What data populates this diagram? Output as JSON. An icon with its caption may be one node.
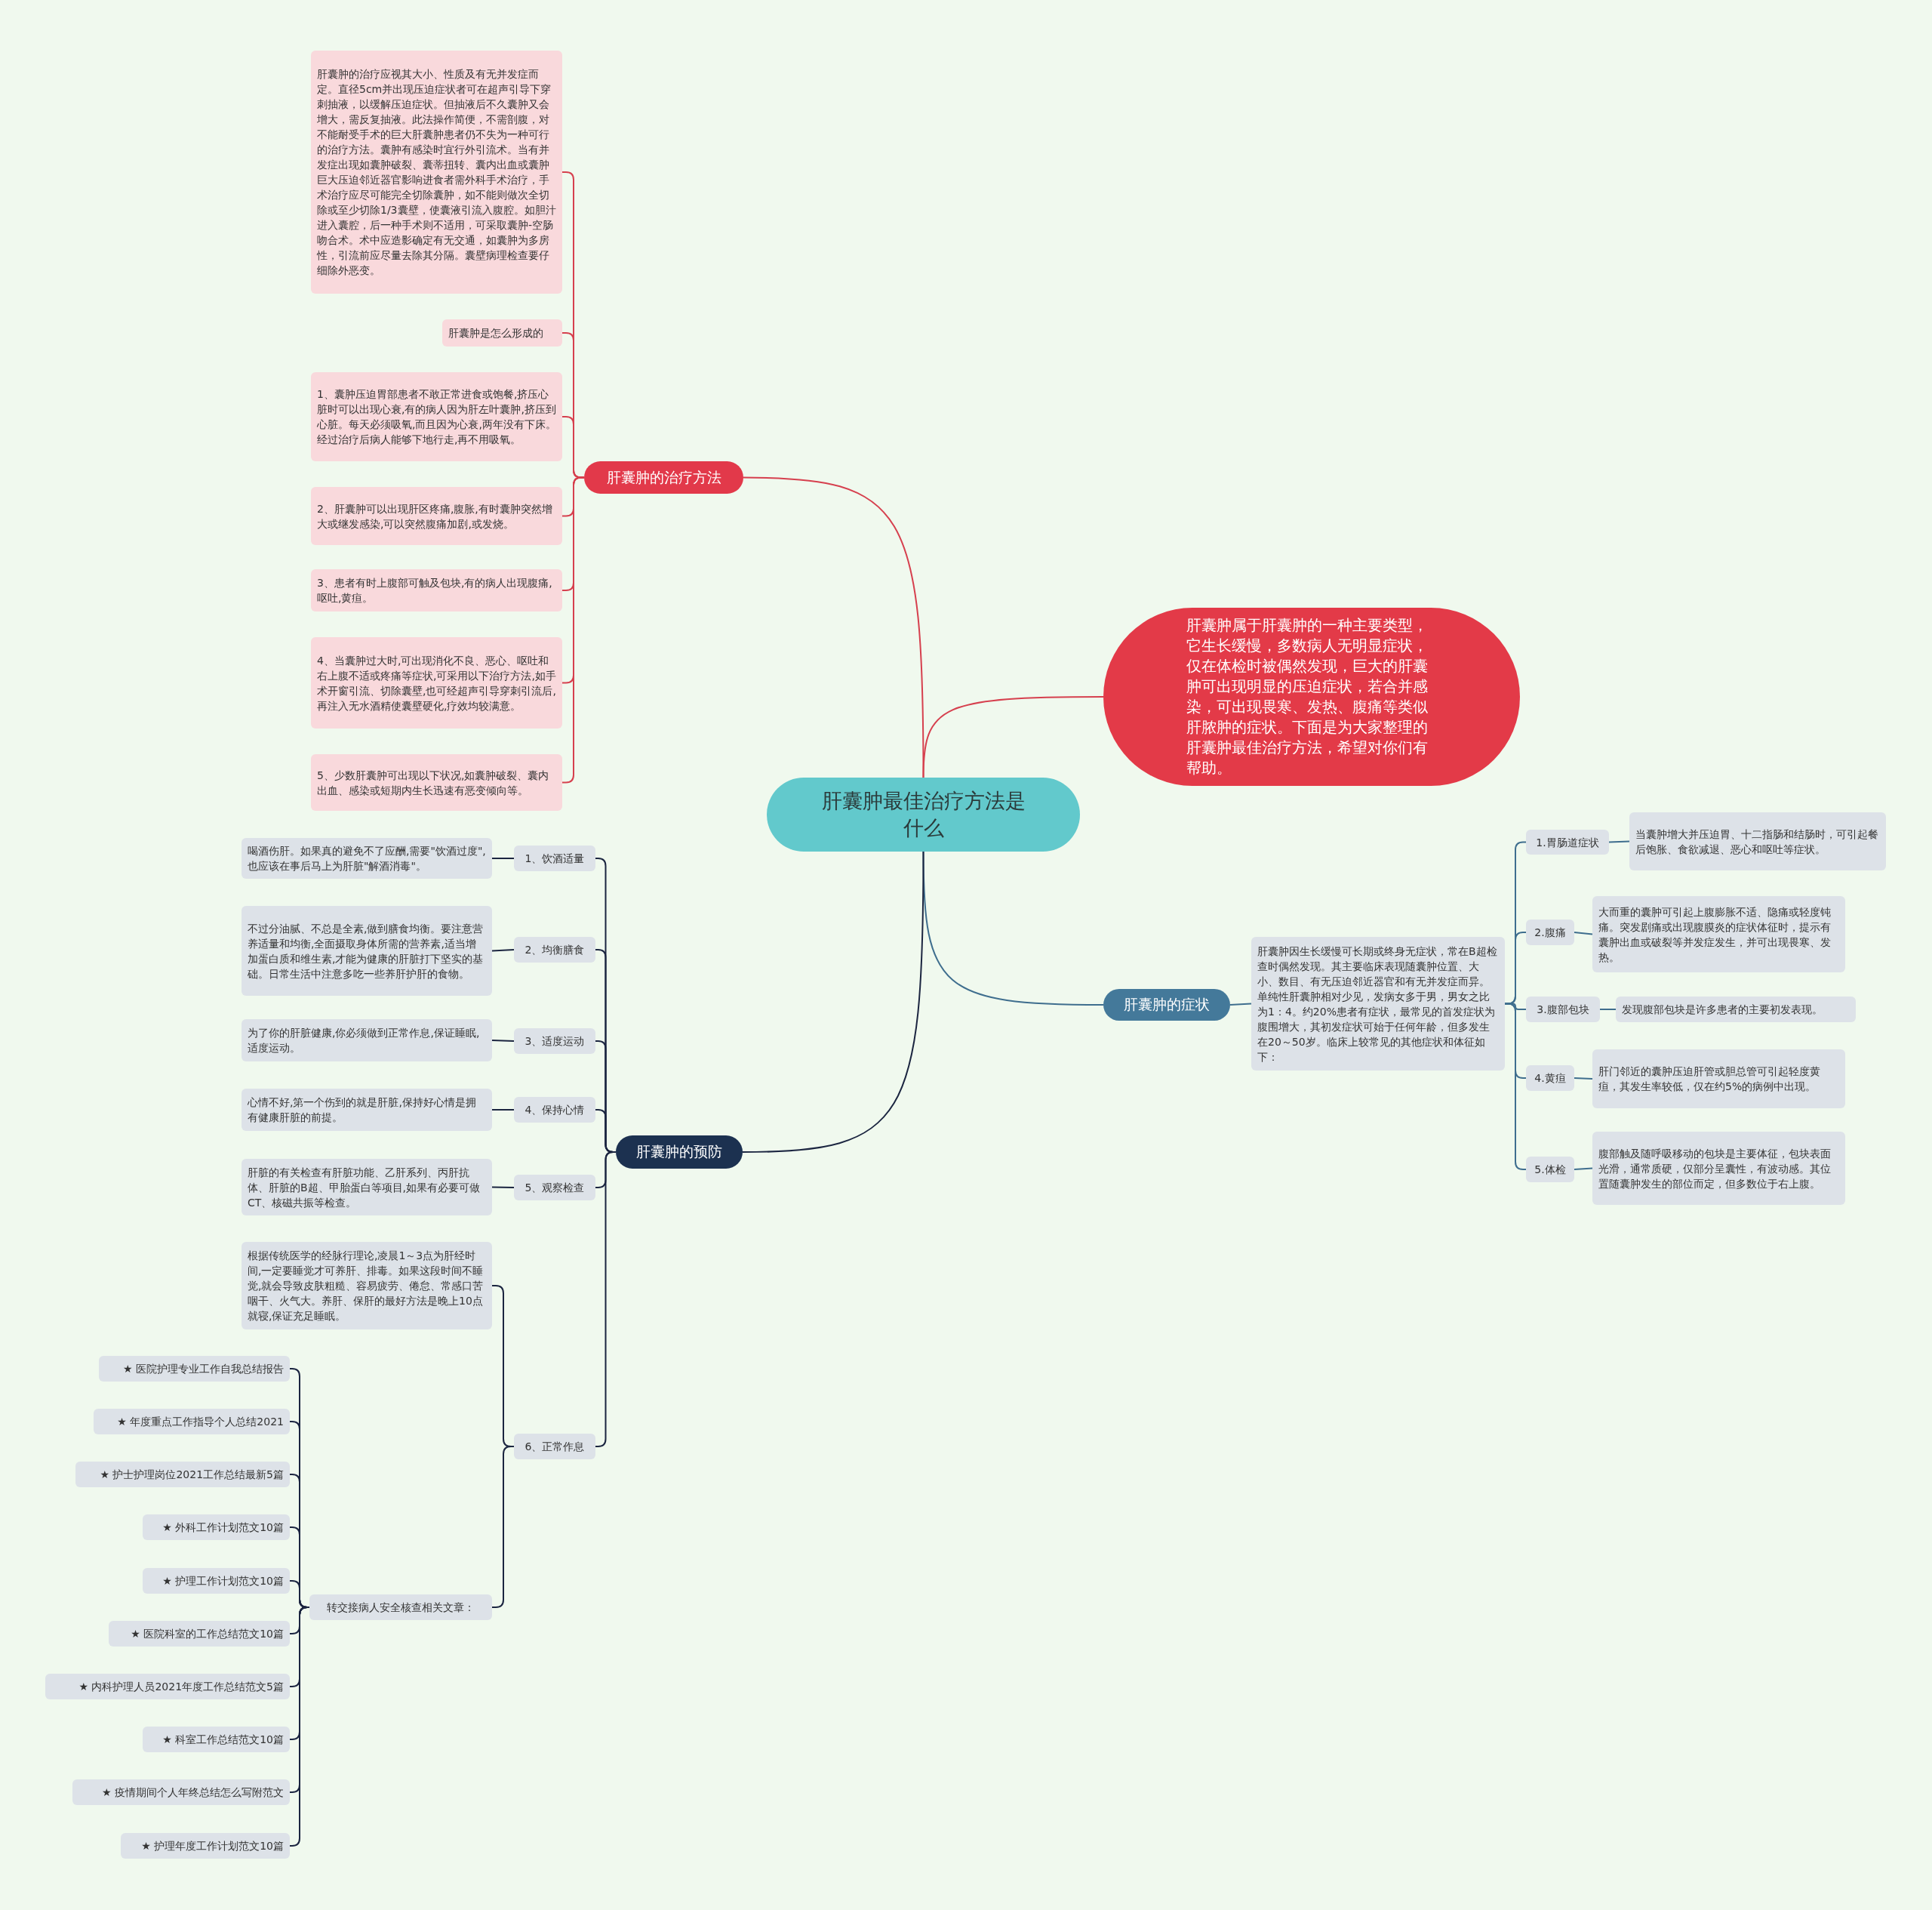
{
  "diagram": {
    "nodes": [
      {
        "text": [
          "肝囊肿最佳治疗方法是什么"
        ]
      },
      {
        "text": [
          "肝囊肿属于肝囊肿的一种主要类型，它生长缓慢，多数病人无明显症状，仅在体检时被偶然发现，巨大的肝囊肿可出现明显的压迫症状，若合并感染，可出现畏寒、发热、腹痛等类似肝脓肿的症状。下面是为大家整理的肝囊肿最佳治疗方法，希望对你们有帮助。"
        ]
      },
      {
        "text": [
          "肝囊肿的治疗方法"
        ]
      },
      {
        "text": [
          "肝囊肿的治疗应视其大小、性质及有无并发症而定。直径5cm并出现压迫症状者可在超声引导下穿刺抽液，以缓解压迫症状。但抽液后不久囊肿又会增大，需反复抽液。此法操作简便，不需剖腹，对不能耐受手术的巨大肝囊肿患者仍不失为一种可行的治疗方法。囊肿有感染时宜行外引流术。当有并发症出现如囊肿破裂、囊蒂扭转、囊内出血或囊肿巨大压迫邻近器官影响进食者需外科手术治疗，手术治疗应尽可能完全切除囊肿，如不能则做次全切除或至少切除1/3囊壁，使囊液引流入腹腔。如胆汁进入囊腔，后一种手术则不适用，可采取囊肿-空肠吻合术。术中应造影确定有无交通，如囊肿为多房性，引流前应尽量去除其分隔。囊壁病理检查要仔细除外恶变。"
        ]
      },
      {
        "text": [
          "肝囊肿是怎么形成的"
        ]
      },
      {
        "text": [
          "1、囊肿压迫胃部患者不敢正常进食或饱餐,挤压心脏时可以出现心衰,有的病人因为肝左叶囊肿,挤压到心脏。每天必须吸氧,而且因为心衰,两年没有下床。经过治疗后病人能够下地行走,再不用吸氧。"
        ]
      },
      {
        "text": [
          "2、肝囊肿可以出现肝区疼痛,腹胀,有时囊肿突然增大或继发感染,可以突然腹痛加剧,或发烧。"
        ]
      },
      {
        "text": [
          "3、患者有时上腹部可触及包块,有的病人出现腹痛,呕吐,黄疸。"
        ]
      },
      {
        "text": [
          "4、当囊肿过大时,可出现消化不良、恶心、呕吐和右上腹不适或疼痛等症状,可采用以下治疗方法,如手术开窗引流、切除囊壁,也可经超声引导穿刺引流后,再注入无水酒精使囊壁硬化,疗效均较满意。"
        ]
      },
      {
        "text": [
          "5、少数肝囊肿可出现以下状况,如囊肿破裂、囊内出血、感染或短期内生长迅速有恶变倾向等。"
        ]
      },
      {
        "text": [
          "肝囊肿的症状"
        ]
      },
      {
        "text": [
          "肝囊肿因生长缓慢可长期或终身无症状，常在B超检查时偶然发现。其主要临床表现随囊肿位置、大小、数目、有无压迫邻近器官和有无并发症而异。单纯性肝囊肿相对少见，发病女多于男，男女之比为1：4。约20%患者有症状，最常见的首发症状为腹围增大，其初发症状可始于任何年龄，但多发生在20～50岁。临床上较常见的其他症状和体征如下："
        ]
      },
      {
        "text": [
          "1.胃肠道症状"
        ]
      },
      {
        "text": [
          "当囊肿增大并压迫胃、十二指肠和结肠时，可引起餐后饱胀、食欲减退、恶心和呕吐等症状。"
        ]
      },
      {
        "text": [
          "2.腹痛"
        ]
      },
      {
        "text": [
          "大而重的囊肿可引起上腹膨胀不适、隐痛或轻度钝痛。突发剧痛或出现腹膜炎的症状体征时，提示有囊肿出血或破裂等并发症发生，并可出现畏寒、发热。"
        ]
      },
      {
        "text": [
          "3.腹部包块"
        ]
      },
      {
        "text": [
          "发现腹部包块是许多患者的主要初发表现。"
        ]
      },
      {
        "text": [
          "4.黄疸"
        ]
      },
      {
        "text": [
          "肝门邻近的囊肿压迫肝管或胆总管可引起轻度黄疸，其发生率较低，仅在约5%的病例中出现。"
        ]
      },
      {
        "text": [
          "5.体检"
        ]
      },
      {
        "text": [
          "腹部触及随呼吸移动的包块是主要体征，包块表面光滑，通常质硬，仅部分呈囊性，有波动感。其位置随囊肿发生的部位而定，但多数位于右上腹。"
        ]
      },
      {
        "text": [
          "肝囊肿的预防"
        ]
      },
      {
        "text": [
          "1、饮酒适量"
        ]
      },
      {
        "text": [
          "喝酒伤肝。如果真的避免不了应酬,需要\"饮酒过度\",也应该在事后马上为肝脏\"解酒消毒\"。"
        ]
      },
      {
        "text": [
          "2、均衡膳食"
        ]
      },
      {
        "text": [
          "不过分油腻、不总是全素,做到膳食均衡。要注意营养适量和均衡,全面摄取身体所需的营养素,适当增加蛋白质和维生素,才能为健康的肝脏打下坚实的基础。日常生活中注意多吃一些养肝护肝的食物。"
        ]
      },
      {
        "text": [
          "3、适度运动"
        ]
      },
      {
        "text": [
          "为了你的肝脏健康,你必须做到正常作息,保证睡眠,适度运动。"
        ]
      },
      {
        "text": [
          "4、保持心情"
        ]
      },
      {
        "text": [
          "心情不好,第一个伤到的就是肝脏,保持好心情是拥有健康肝脏的前提。"
        ]
      },
      {
        "text": [
          "5、观察检查"
        ]
      },
      {
        "text": [
          "肝脏的有关检查有肝脏功能、乙肝系列、丙肝抗体、肝脏的B超、甲胎蛋白等项目,如果有必要可做CT、核磁共振等检查。"
        ]
      },
      {
        "text": [
          "6、正常作息"
        ]
      },
      {
        "text": [
          "根据传统医学的经脉行理论,凌晨1～3点为肝经时间,一定要睡觉才可养肝、排毒。如果这段时间不睡觉,就会导致皮肤粗糙、容易疲劳、倦怠、常感口苦咽干、火气大。养肝、保肝的最好方法是晚上10点就寝,保证充足睡眠。"
        ]
      },
      {
        "text": [
          "转交接病人安全核查相关文章："
        ]
      },
      {
        "text": [
          "★ 医院护理专业工作自我总结报告"
        ]
      },
      {
        "text": [
          "★ 年度重点工作指导个人总结2021"
        ]
      },
      {
        "text": [
          "★ 护士护理岗位2021工作总结最新5篇"
        ]
      },
      {
        "text": [
          "★ 外科工作计划范文10篇"
        ]
      },
      {
        "text": [
          "★ 护理工作计划范文10篇"
        ]
      },
      {
        "text": [
          "★ 医院科室的工作总结范文10篇"
        ]
      },
      {
        "text": [
          "★ 内科护理人员2021年度工作总结范文5篇"
        ]
      },
      {
        "text": [
          "★ 科室工作总结范文10篇"
        ]
      },
      {
        "text": [
          "★ 疫情期间个人年终总结怎么写附范文"
        ]
      },
      {
        "text": [
          "★ 护理年度工作计划范文10篇"
        ]
      }
    ],
    "edges": [
      {
        "from": 0,
        "to": 1,
        "arrow": "none",
        "color": "#d6404e"
      },
      {
        "from": 0,
        "to": 2,
        "arrow": "none",
        "color": "#d6404e"
      },
      {
        "from": 2,
        "to": 3,
        "arrow": "none",
        "color": "#d6404e"
      },
      {
        "from": 2,
        "to": 4,
        "arrow": "none",
        "color": "#d6404e"
      },
      {
        "from": 2,
        "to": 5,
        "arrow": "none",
        "color": "#d6404e"
      },
      {
        "from": 2,
        "to": 6,
        "arrow": "none",
        "color": "#d6404e"
      },
      {
        "from": 2,
        "to": 7,
        "arrow": "none",
        "color": "#d6404e"
      },
      {
        "from": 2,
        "to": 8,
        "arrow": "none",
        "color": "#d6404e"
      },
      {
        "from": 2,
        "to": 9,
        "arrow": "none",
        "color": "#d6404e"
      },
      {
        "from": 0,
        "to": 10,
        "arrow": "none",
        "color": "#3f6e8e"
      },
      {
        "from": 10,
        "to": 11,
        "arrow": "none",
        "color": "#3f6e8e"
      },
      {
        "from": 11,
        "to": 12,
        "arrow": "none",
        "color": "#3f6e8e"
      },
      {
        "from": 12,
        "to": 13,
        "arrow": "none",
        "color": "#3f6e8e"
      },
      {
        "from": 11,
        "to": 14,
        "arrow": "none",
        "color": "#3f6e8e"
      },
      {
        "from": 14,
        "to": 15,
        "arrow": "none",
        "color": "#3f6e8e"
      },
      {
        "from": 11,
        "to": 16,
        "arrow": "none",
        "color": "#3f6e8e"
      },
      {
        "from": 16,
        "to": 17,
        "arrow": "none",
        "color": "#3f6e8e"
      },
      {
        "from": 11,
        "to": 18,
        "arrow": "none",
        "color": "#3f6e8e"
      },
      {
        "from": 18,
        "to": 19,
        "arrow": "none",
        "color": "#3f6e8e"
      },
      {
        "from": 11,
        "to": 20,
        "arrow": "none",
        "color": "#3f6e8e"
      },
      {
        "from": 20,
        "to": 21,
        "arrow": "none",
        "color": "#3f6e8e"
      },
      {
        "from": 0,
        "to": 22,
        "arrow": "none"
      },
      {
        "from": 22,
        "to": 23,
        "arrow": "none"
      },
      {
        "from": 23,
        "to": 24,
        "arrow": "none"
      },
      {
        "from": 22,
        "to": 25,
        "arrow": "none"
      },
      {
        "from": 25,
        "to": 26,
        "arrow": "none"
      },
      {
        "from": 22,
        "to": 27,
        "arrow": "none"
      },
      {
        "from": 27,
        "to": 28,
        "arrow": "none"
      },
      {
        "from": 22,
        "to": 29,
        "arrow": "none"
      },
      {
        "from": 29,
        "to": 30,
        "arrow": "none"
      },
      {
        "from": 22,
        "to": 31,
        "arrow": "none"
      },
      {
        "from": 31,
        "to": 32,
        "arrow": "none"
      },
      {
        "from": 22,
        "to": 33,
        "arrow": "none"
      },
      {
        "from": 33,
        "to": 34,
        "arrow": "none"
      },
      {
        "from": 33,
        "to": 35,
        "arrow": "none"
      },
      {
        "from": 35,
        "to": 36,
        "arrow": "none"
      },
      {
        "from": 35,
        "to": 37,
        "arrow": "none"
      },
      {
        "from": 35,
        "to": 38,
        "arrow": "none"
      },
      {
        "from": 35,
        "to": 39,
        "arrow": "none"
      },
      {
        "from": 35,
        "to": 40,
        "arrow": "none"
      },
      {
        "from": 35,
        "to": 41,
        "arrow": "none"
      },
      {
        "from": 35,
        "to": 42,
        "arrow": "none"
      },
      {
        "from": 35,
        "to": 43,
        "arrow": "none"
      },
      {
        "from": 35,
        "to": 44,
        "arrow": "none"
      },
      {
        "from": 35,
        "to": 45,
        "arrow": "none"
      }
    ]
  }
}
